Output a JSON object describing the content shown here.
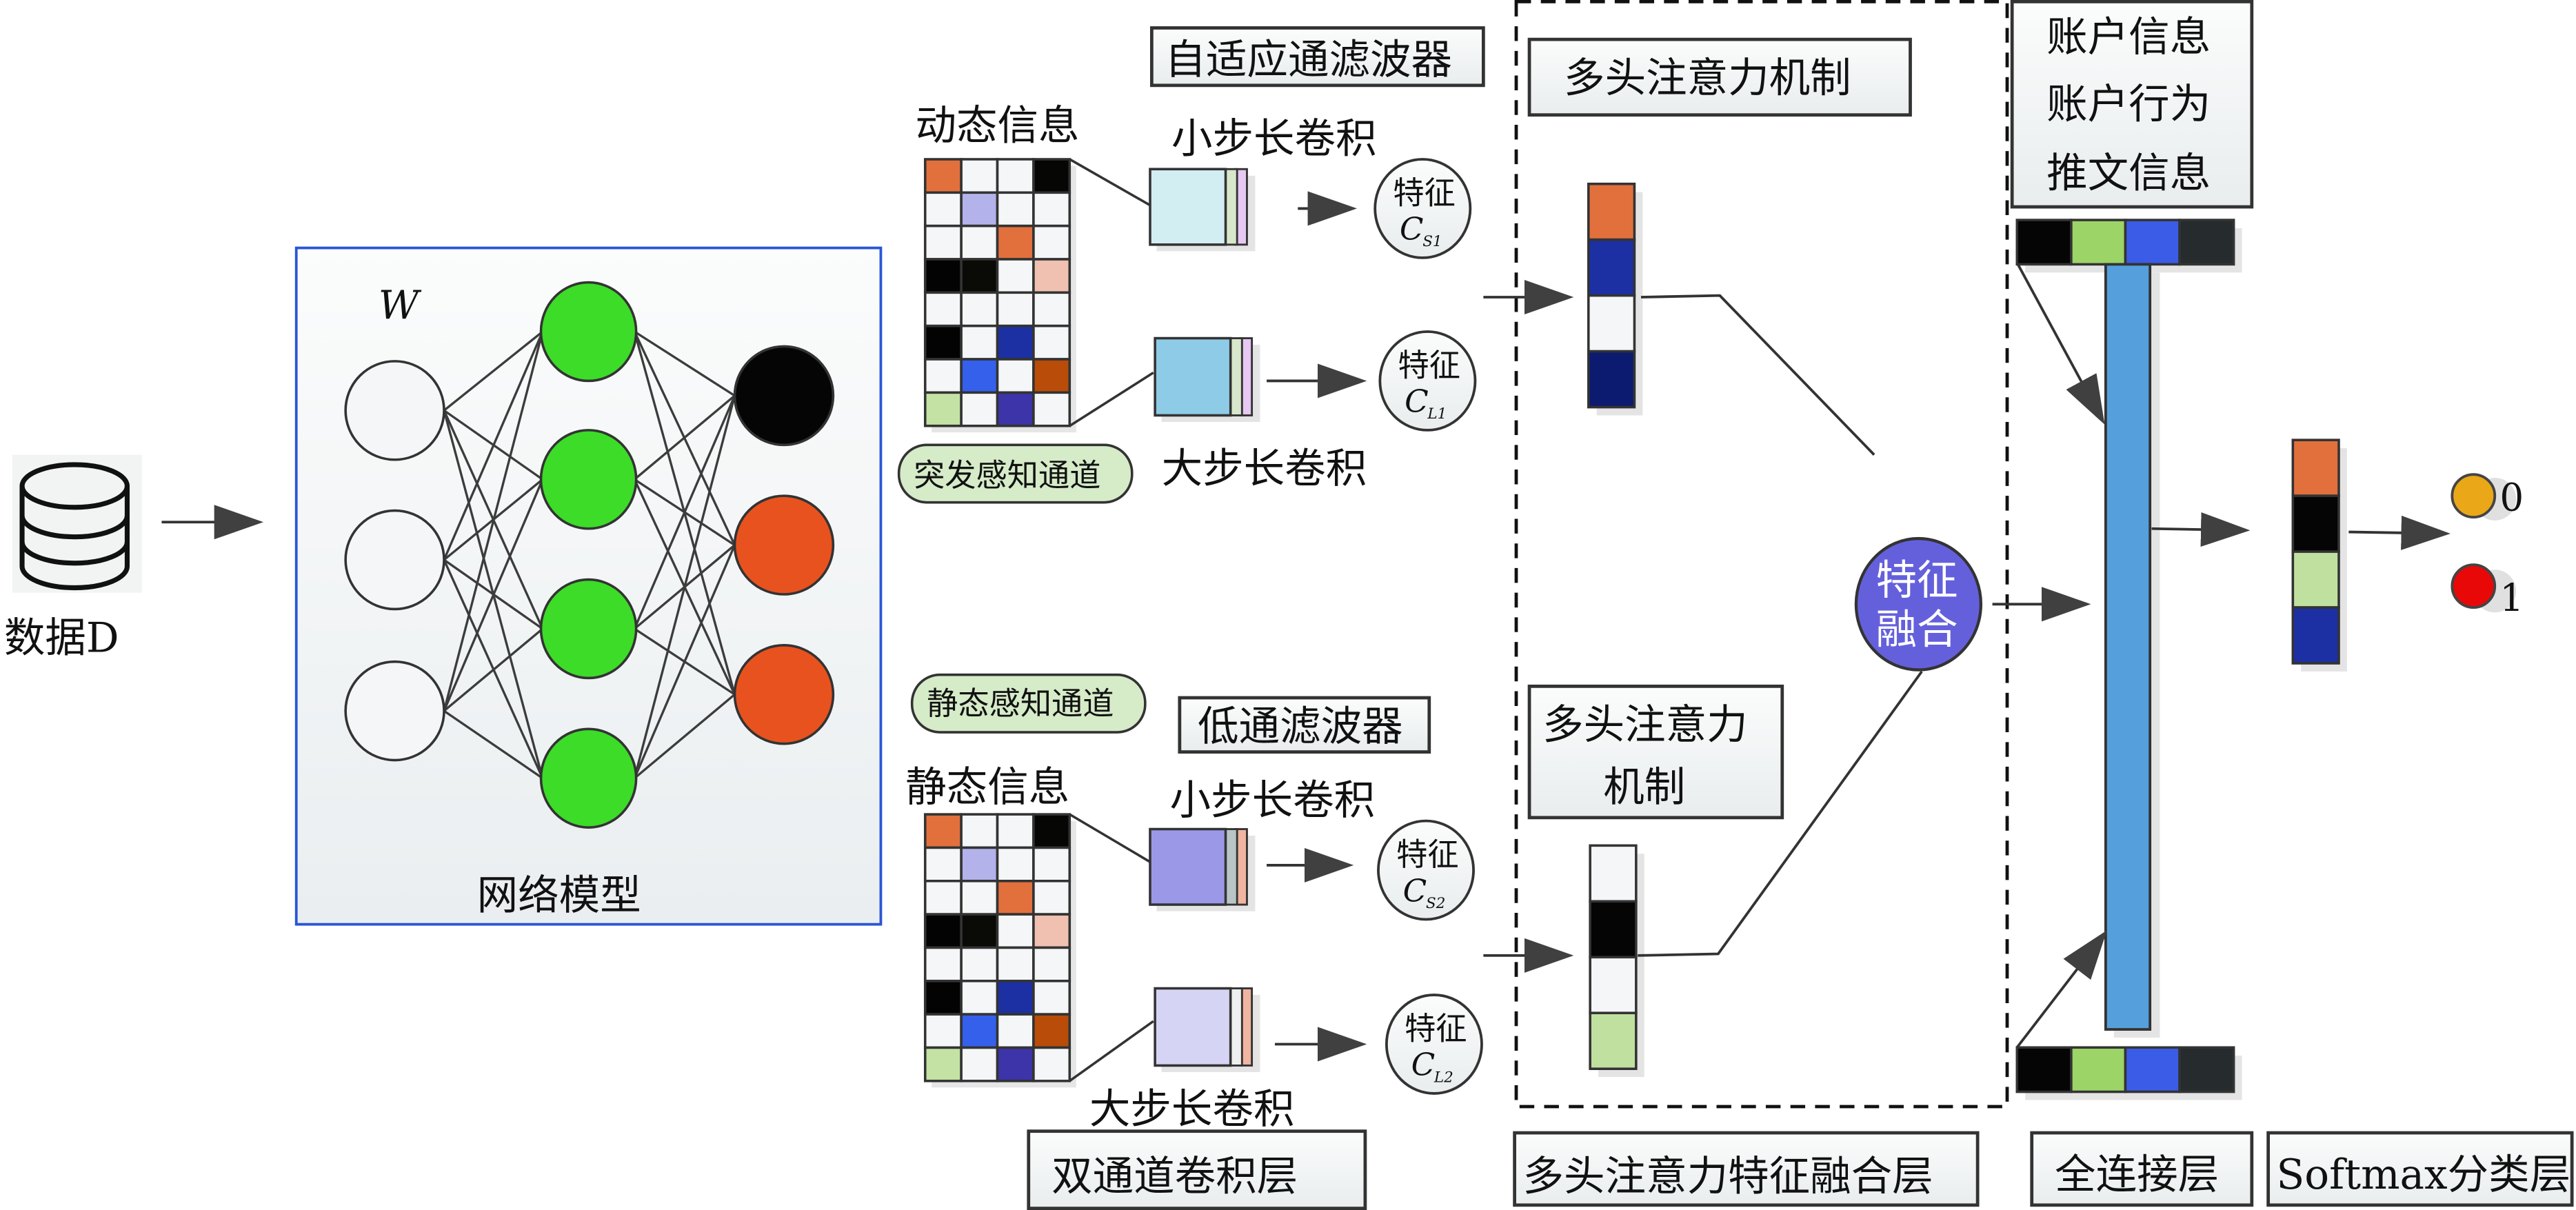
{
  "data_source": {
    "label": "数据D",
    "icon": "database-icon"
  },
  "network_model": {
    "label": "网络模型",
    "weight_symbol": "W",
    "layers": {
      "input": {
        "count": 3,
        "color": "#f4f6f7"
      },
      "hidden": {
        "count": 4,
        "color": "#3cdc28"
      },
      "output": {
        "colors": [
          "#050505",
          "#e8521e",
          "#e8521e"
        ]
      }
    }
  },
  "dual_channel": {
    "layer_title": "双通道卷积层",
    "burst_channel": {
      "label": "突发感知通道",
      "filter": "自适应通滤波器",
      "info": "动态信息",
      "small_stride": "小步长卷积",
      "large_stride": "大步长卷积",
      "feature_small": {
        "label": "特征",
        "symbol": "C",
        "sub": "S1"
      },
      "feature_large": {
        "label": "特征",
        "symbol": "C",
        "sub": "L1"
      },
      "small_kernel_colors": [
        "#d2eef3",
        "#d8e6cc",
        "#e6c8f2"
      ],
      "large_kernel_colors": [
        "#8ecbe6",
        "#d8e6cc",
        "#e6c8f2"
      ]
    },
    "static_channel": {
      "label": "静态感知通道",
      "filter": "低通滤波器",
      "info": "静态信息",
      "small_stride": "小步长卷积",
      "large_stride": "大步长卷积",
      "feature_small": {
        "label": "特征",
        "symbol": "C",
        "sub": "S2"
      },
      "feature_large": {
        "label": "特征",
        "symbol": "C",
        "sub": "L2"
      },
      "small_kernel_colors": [
        "#9c98e8",
        "#b8c4c6",
        "#f0b4a0"
      ],
      "large_kernel_colors": [
        "#d6d4f4",
        "#eef0f0",
        "#f0b4a0"
      ]
    },
    "matrix_colors": [
      [
        "#e2703c",
        "#f4f6f7",
        "#f4f6f7",
        "#060604"
      ],
      [
        "#f4f6f7",
        "#b4b2ea",
        "#f4f6f7",
        "#f4f6f7"
      ],
      [
        "#f4f6f7",
        "#f4f6f7",
        "#e2703c",
        "#f4f6f7"
      ],
      [
        "#030303",
        "#0a0a06",
        "#f4f6f7",
        "#f0c0b0"
      ],
      [
        "#f4f6f7",
        "#f4f6f7",
        "#f4f6f7",
        "#f4f6f7"
      ],
      [
        "#030303",
        "#f4f6f7",
        "#1c30a4",
        "#f4f6f7"
      ],
      [
        "#f4f6f7",
        "#3460ec",
        "#f4f6f7",
        "#b84c08"
      ],
      [
        "#c4e2a4",
        "#f4f6f7",
        "#3c34a8",
        "#f4f6f7"
      ]
    ]
  },
  "attention_fusion": {
    "layer_title": "多头注意力特征融合层",
    "attention_top": "多头注意力机制",
    "attention_bottom_line1": "多头注意力",
    "attention_bottom_line2": "机制",
    "fusion_line1": "特征",
    "fusion_line2": "融合",
    "fusion_color": "#6666dd",
    "vector_top_colors": [
      "#e2703c",
      "#1c30a4",
      "#f4f6f7",
      "#0c1a70"
    ],
    "vector_bottom_colors": [
      "#f4f6f7",
      "#050505",
      "#f4f6f7",
      "#c0e0a0"
    ]
  },
  "fully_connected": {
    "layer_title": "全连接层",
    "info_lines": [
      "账户信息",
      "账户行为",
      "推文信息"
    ],
    "bar_color": "#55a0dc",
    "segment_colors": [
      "#050505",
      "#9cd468",
      "#3a5ce6",
      "#262b2e"
    ]
  },
  "softmax": {
    "layer_title": "Softmax分类层",
    "vector_colors": [
      "#e2703c",
      "#050505",
      "#c0e0a0",
      "#1c30a4"
    ],
    "outputs": [
      {
        "label": "0",
        "color": "#eaa718"
      },
      {
        "label": "1",
        "color": "#e80808"
      }
    ]
  }
}
